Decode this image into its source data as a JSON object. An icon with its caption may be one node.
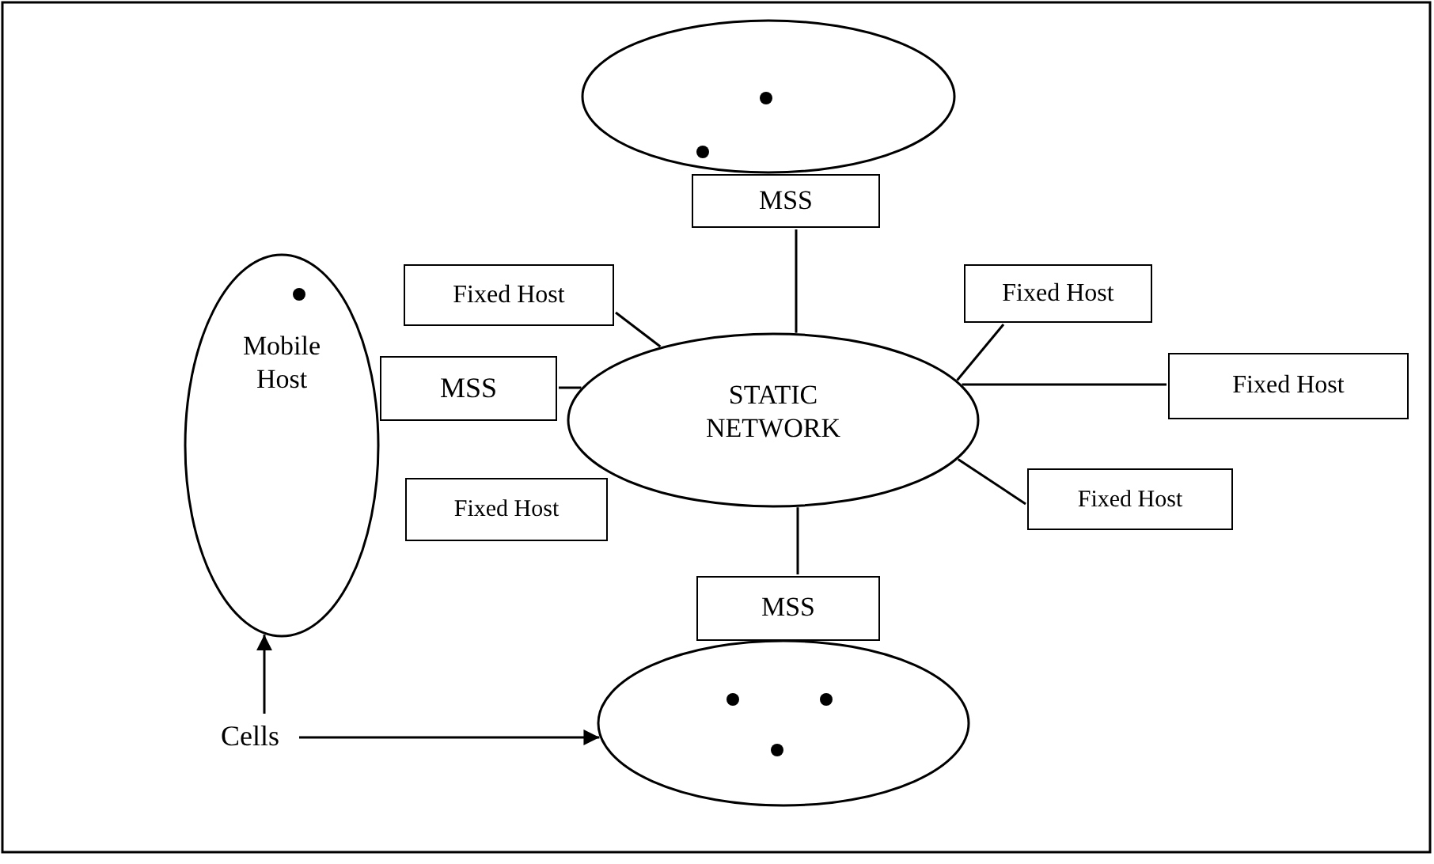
{
  "diagram": {
    "nodes": [
      {
        "text": [],
        "shape": "ellipse"
      },
      {
        "text": [
          "MSS"
        ]
      },
      {
        "text": [
          "Fixed Host"
        ]
      },
      {
        "text": [
          "Fixed Host"
        ]
      },
      {
        "text": [
          "Mobile Host"
        ]
      },
      {
        "text": [
          "MSS"
        ]
      },
      {
        "text": [
          "STATIC NETWORK"
        ]
      },
      {
        "text": [
          "Fixed Host"
        ]
      },
      {
        "text": [
          "Fixed Host"
        ]
      },
      {
        "text": [
          "Fixed Host"
        ]
      },
      {
        "text": [
          "MSS"
        ]
      },
      {
        "text": [
          "Cells"
        ]
      },
      {
        "text": [],
        "shape": "ellipse"
      }
    ],
    "edges": [
      {
        "from": 1,
        "to": 6,
        "arrow": "none"
      },
      {
        "from": 2,
        "to": 6,
        "arrow": "none"
      },
      {
        "from": 3,
        "to": 6,
        "arrow": "none"
      },
      {
        "from": 5,
        "to": 6,
        "arrow": "none"
      },
      {
        "from": 7,
        "to": 6,
        "arrow": "none"
      },
      {
        "from": 9,
        "to": 6,
        "arrow": "none"
      },
      {
        "from": 6,
        "to": 10,
        "arrow": "none"
      },
      {
        "from": 11,
        "to": 4,
        "arrow": "to"
      },
      {
        "from": 11,
        "to": 12,
        "arrow": "to"
      }
    ]
  }
}
